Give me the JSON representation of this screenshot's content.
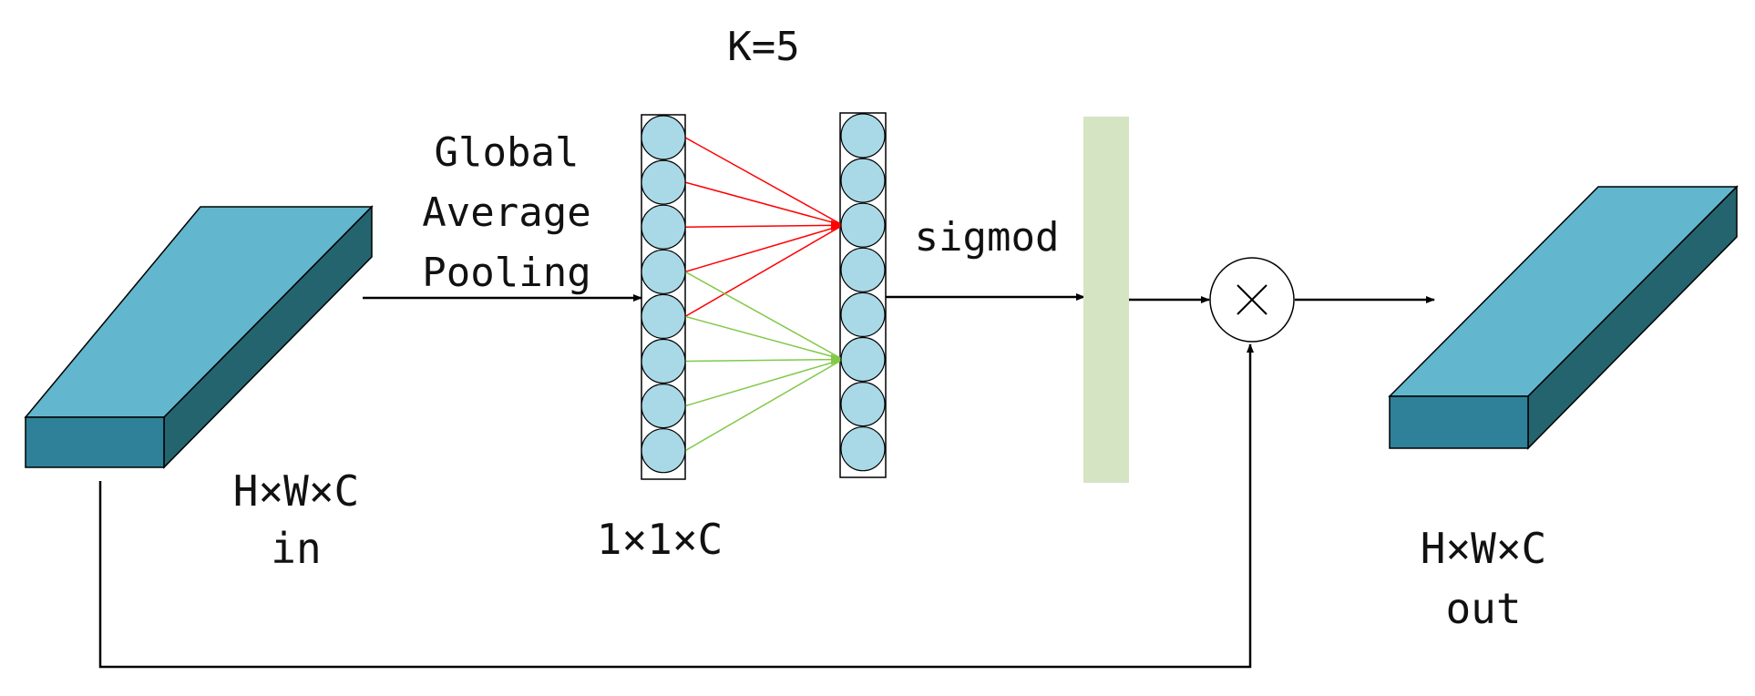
{
  "labels": {
    "kernel": "K=5",
    "pooling_line1": "Global",
    "pooling_line2": "Average",
    "pooling_line3": "Pooling",
    "sigmoid": "sigmod",
    "input_dims": "H×W×C",
    "input_name": "in",
    "vector_dims": "1×1×C",
    "output_dims": "H×W×C",
    "output_name": "out",
    "multiply_symbol": "×"
  },
  "channels_per_vector": 8,
  "kernel_size": 5,
  "colors": {
    "block_top": "#62b6cd",
    "block_front": "#2e8198",
    "block_side": "#23646f",
    "neuron_fill": "#a9d8e6",
    "attention_bar": "#d5e4c3",
    "first_kernel_edges": "#ff0000",
    "second_kernel_edges": "#82c949",
    "lines": "#000000"
  }
}
